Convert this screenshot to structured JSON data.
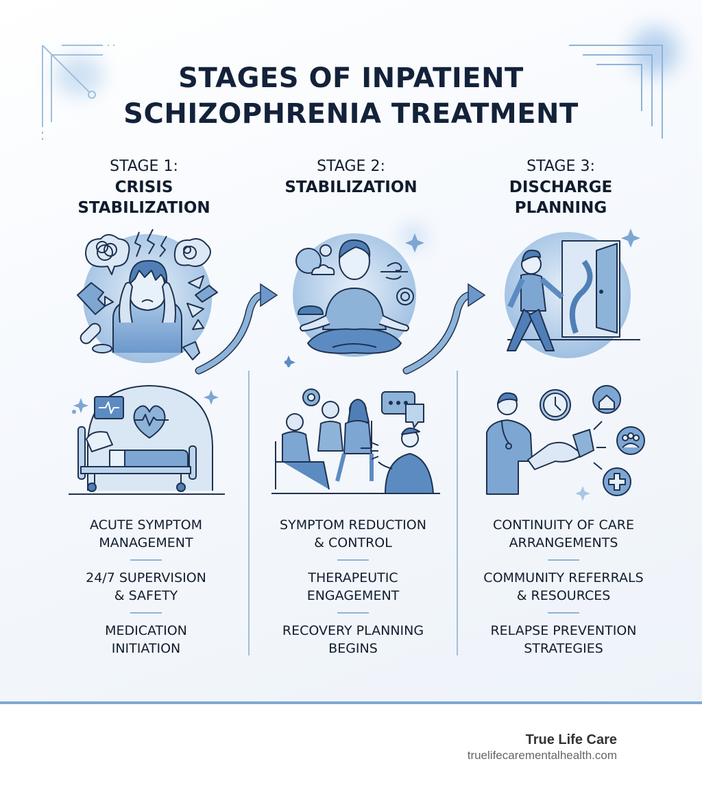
{
  "title": {
    "line1": "STAGES OF INPATIENT",
    "line2": "SCHIZOPHRENIA TREATMENT"
  },
  "colors": {
    "title_text": "#13223a",
    "accent_blue": "#5b8cc4",
    "light_blue": "#bcd4ec",
    "divider": "#9ebfdd",
    "bottom_bar": "#7fa9d3",
    "outline": "#1e3150"
  },
  "stages": [
    {
      "number_label": "STAGE 1:",
      "name_line1": "CRISIS",
      "name_line2": "STABILIZATION",
      "top_illustration": "distressed-person-icon",
      "bottom_illustration": "hospital-bed-icon",
      "points": [
        {
          "line1": "ACUTE SYMPTOM",
          "line2": "MANAGEMENT"
        },
        {
          "line1": "24/7 SUPERVISION",
          "line2": "& SAFETY"
        },
        {
          "line1": "MEDICATION",
          "line2": "INITIATION"
        }
      ]
    },
    {
      "number_label": "STAGE 2:",
      "name_line1": "STABILIZATION",
      "name_line2": "",
      "top_illustration": "meditating-person-icon",
      "bottom_illustration": "group-therapy-icon",
      "points": [
        {
          "line1": "SYMPTOM REDUCTION",
          "line2": "& CONTROL"
        },
        {
          "line1": "THERAPEUTIC",
          "line2": "ENGAGEMENT"
        },
        {
          "line1": "RECOVERY PLANNING",
          "line2": "BEGINS"
        }
      ]
    },
    {
      "number_label": "STAGE 3:",
      "name_line1": "DISCHARGE",
      "name_line2": "PLANNING",
      "top_illustration": "person-exiting-door-icon",
      "bottom_illustration": "handshake-referrals-icon",
      "points": [
        {
          "line1": "CONTINUITY OF CARE",
          "line2": "ARRANGEMENTS"
        },
        {
          "line1": "COMMUNITY REFERRALS",
          "line2": "& RESOURCES"
        },
        {
          "line1": "RELAPSE PREVENTION",
          "line2": "STRATEGIES"
        }
      ]
    }
  ],
  "footer": {
    "brand_name": "True Life Care",
    "brand_url": "truelifecarementalhealth.com"
  }
}
